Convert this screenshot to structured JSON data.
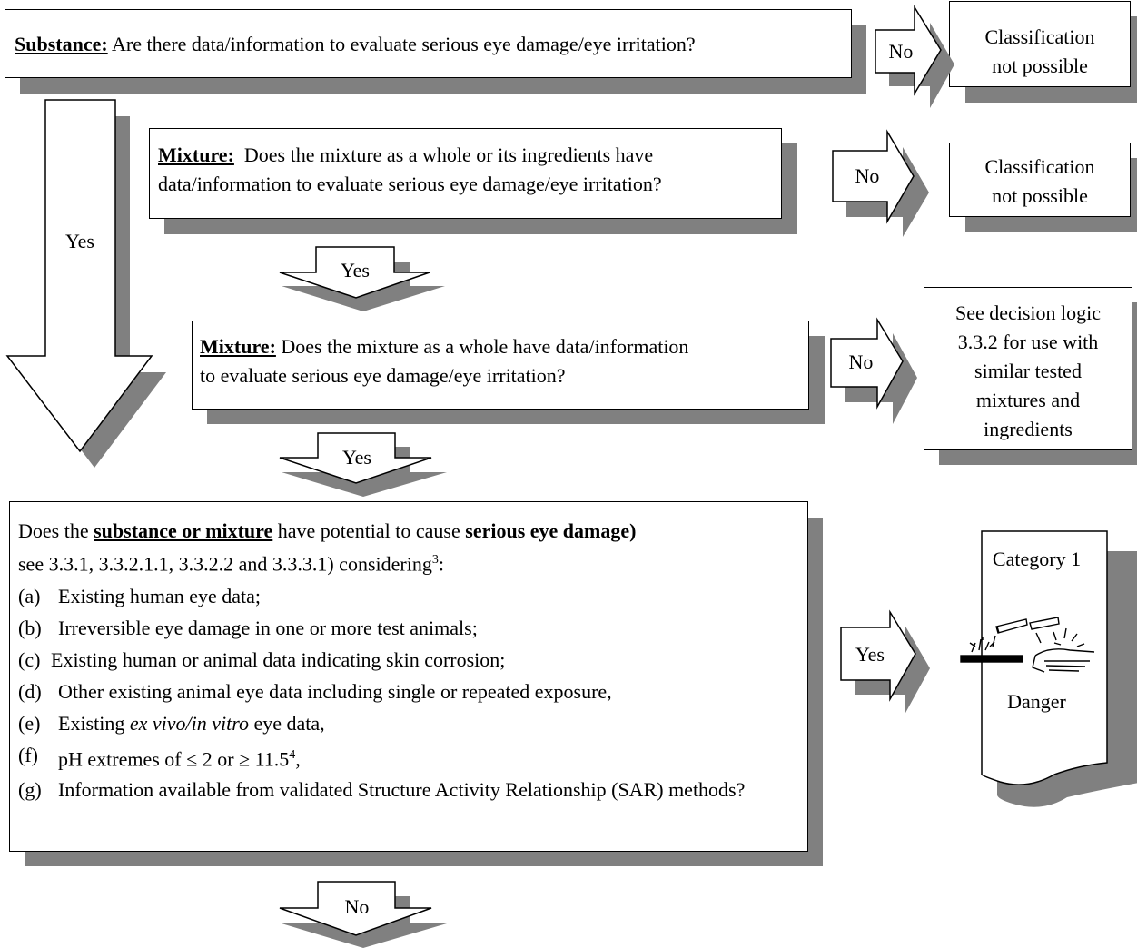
{
  "substance_box": {
    "label": "Substance:",
    "question": " Are there data/information to evaluate serious eye damage/eye irritation?"
  },
  "no_1": "No",
  "classification_1": {
    "line1": "Classification",
    "line2": "not possible"
  },
  "big_yes": "Yes",
  "mixture_box_1": {
    "label": "Mixture:",
    "line1_rest": "  Does the mixture as a whole or its ingredients have",
    "line2": "data/information to evaluate serious eye damage/eye irritation?"
  },
  "no_2": "No",
  "classification_2": {
    "line1": "Classification",
    "line2": "not possible"
  },
  "yes_1": "Yes",
  "mixture_box_2": {
    "label": "Mixture:",
    "line1_rest": " Does the mixture as a whole have data/information",
    "line2": "to evaluate serious eye damage/eye irritation?"
  },
  "no_3": "No",
  "decision_logic": [
    "See decision logic",
    "3.3.2 for use with",
    "similar tested",
    "mixtures and",
    "ingredients"
  ],
  "yes_2": "Yes",
  "main_question": {
    "p1": "Does the ",
    "p2": "substance or mixture",
    "p3": " have potential to cause ",
    "p4": "serious eye damage)",
    "line2": "see 3.3.1, 3.3.2.1.1, 3.3.2.2 and 3.3.3.1) considering",
    "line2_sup": "3",
    "line2_end": ":",
    "criteria": [
      {
        "marker": "(a)",
        "text": "Existing human eye data;"
      },
      {
        "marker": "(b)",
        "text": "Irreversible eye damage in one or more test animals;"
      },
      {
        "marker": "(c)",
        "text": "Existing human or animal data indicating skin corrosion;"
      },
      {
        "marker": "(d)",
        "text": "Other existing animal eye data including single or repeated exposure,"
      },
      {
        "marker": "(e)",
        "pre": "Existing ",
        "italic": "ex vivo/in vitro",
        "post": " eye data,"
      },
      {
        "marker": "(f)",
        "text": "pH extremes of ≤ 2 or ≥ 11.5",
        "sup": "4",
        "end": ","
      },
      {
        "marker": "(g)",
        "text": "Information available from validated Structure Activity Relationship (SAR) methods?"
      }
    ]
  },
  "yes_3": "Yes",
  "category_box": {
    "title": "Category 1",
    "signal": "Danger",
    "pictogram": "corrosion-pictogram"
  },
  "no_4": "No"
}
